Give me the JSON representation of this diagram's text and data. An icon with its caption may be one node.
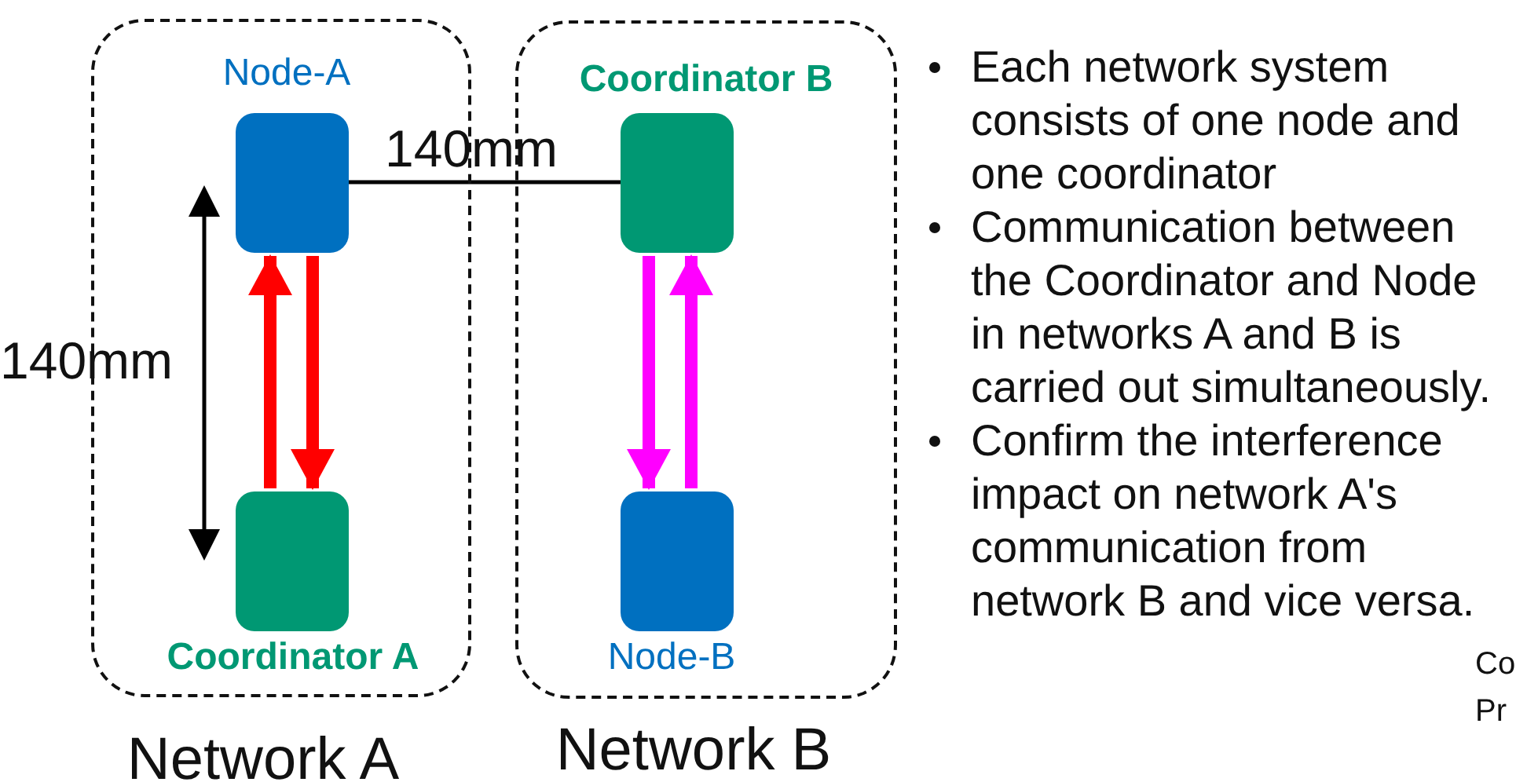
{
  "diagram": {
    "nodes": [
      {
        "text": [
          "Network A"
        ]
      },
      {
        "text": [
          "Network B"
        ]
      },
      {
        "text": [
          "Node-A"
        ],
        "in": 0
      },
      {
        "text": [
          "Coordinator A"
        ],
        "in": 0
      },
      {
        "text": [
          "Coordinator B"
        ],
        "in": 1
      },
      {
        "text": [
          "Node-B"
        ],
        "in": 1
      }
    ],
    "edges": [
      {
        "from": 3,
        "to": 2,
        "arrow": "to",
        "color": "#ff0000"
      },
      {
        "from": 2,
        "to": 3,
        "arrow": "to",
        "color": "#ff0000"
      },
      {
        "from": 4,
        "to": 5,
        "arrow": "to",
        "color": "#ff00ff"
      },
      {
        "from": 5,
        "to": 4,
        "arrow": "to",
        "color": "#ff00ff"
      }
    ],
    "labels": [
      "140mm",
      "140mm",
      "Each network system consists of one node and one coordinator",
      "Communication between the Coordinator and Node in networks A and B is carried out simultaneously.",
      "Confirm the interference impact on network A's communication from network B and vice versa.",
      "Co",
      "Pr"
    ]
  }
}
